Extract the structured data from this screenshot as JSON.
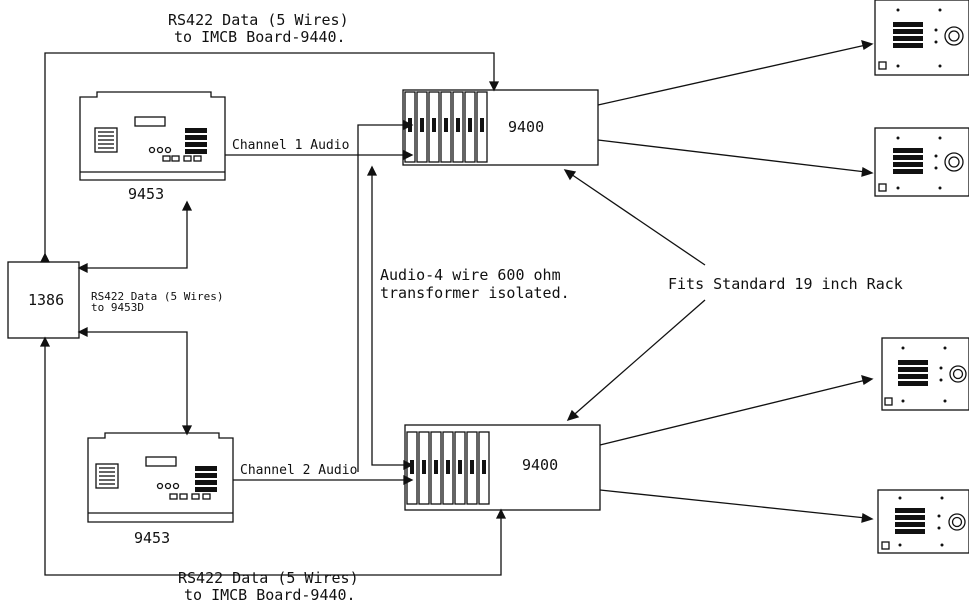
{
  "labels": {
    "rs422_top_line1": "RS422 Data (5 Wires)",
    "rs422_top_line2": "to IMCB Board-9440.",
    "rs422_bottom_line1": "RS422 Data (5 Wires)",
    "rs422_bottom_line2": "to IMCB Board-9440.",
    "rs422_middle_line1": "RS422 Data (5 Wires)",
    "rs422_middle_line2": "to 9453D",
    "channel1": "Channel 1 Audio",
    "channel2": "Channel 2 Audio",
    "audio_line1": "Audio-4 wire 600 ohm",
    "audio_line2": "transformer isolated.",
    "rack_note": "Fits Standard 19 inch Rack"
  },
  "devices": {
    "controller": "1386",
    "console_top": "9453",
    "console_bottom": "9453",
    "rack_top": "9400",
    "rack_bottom": "9400"
  }
}
